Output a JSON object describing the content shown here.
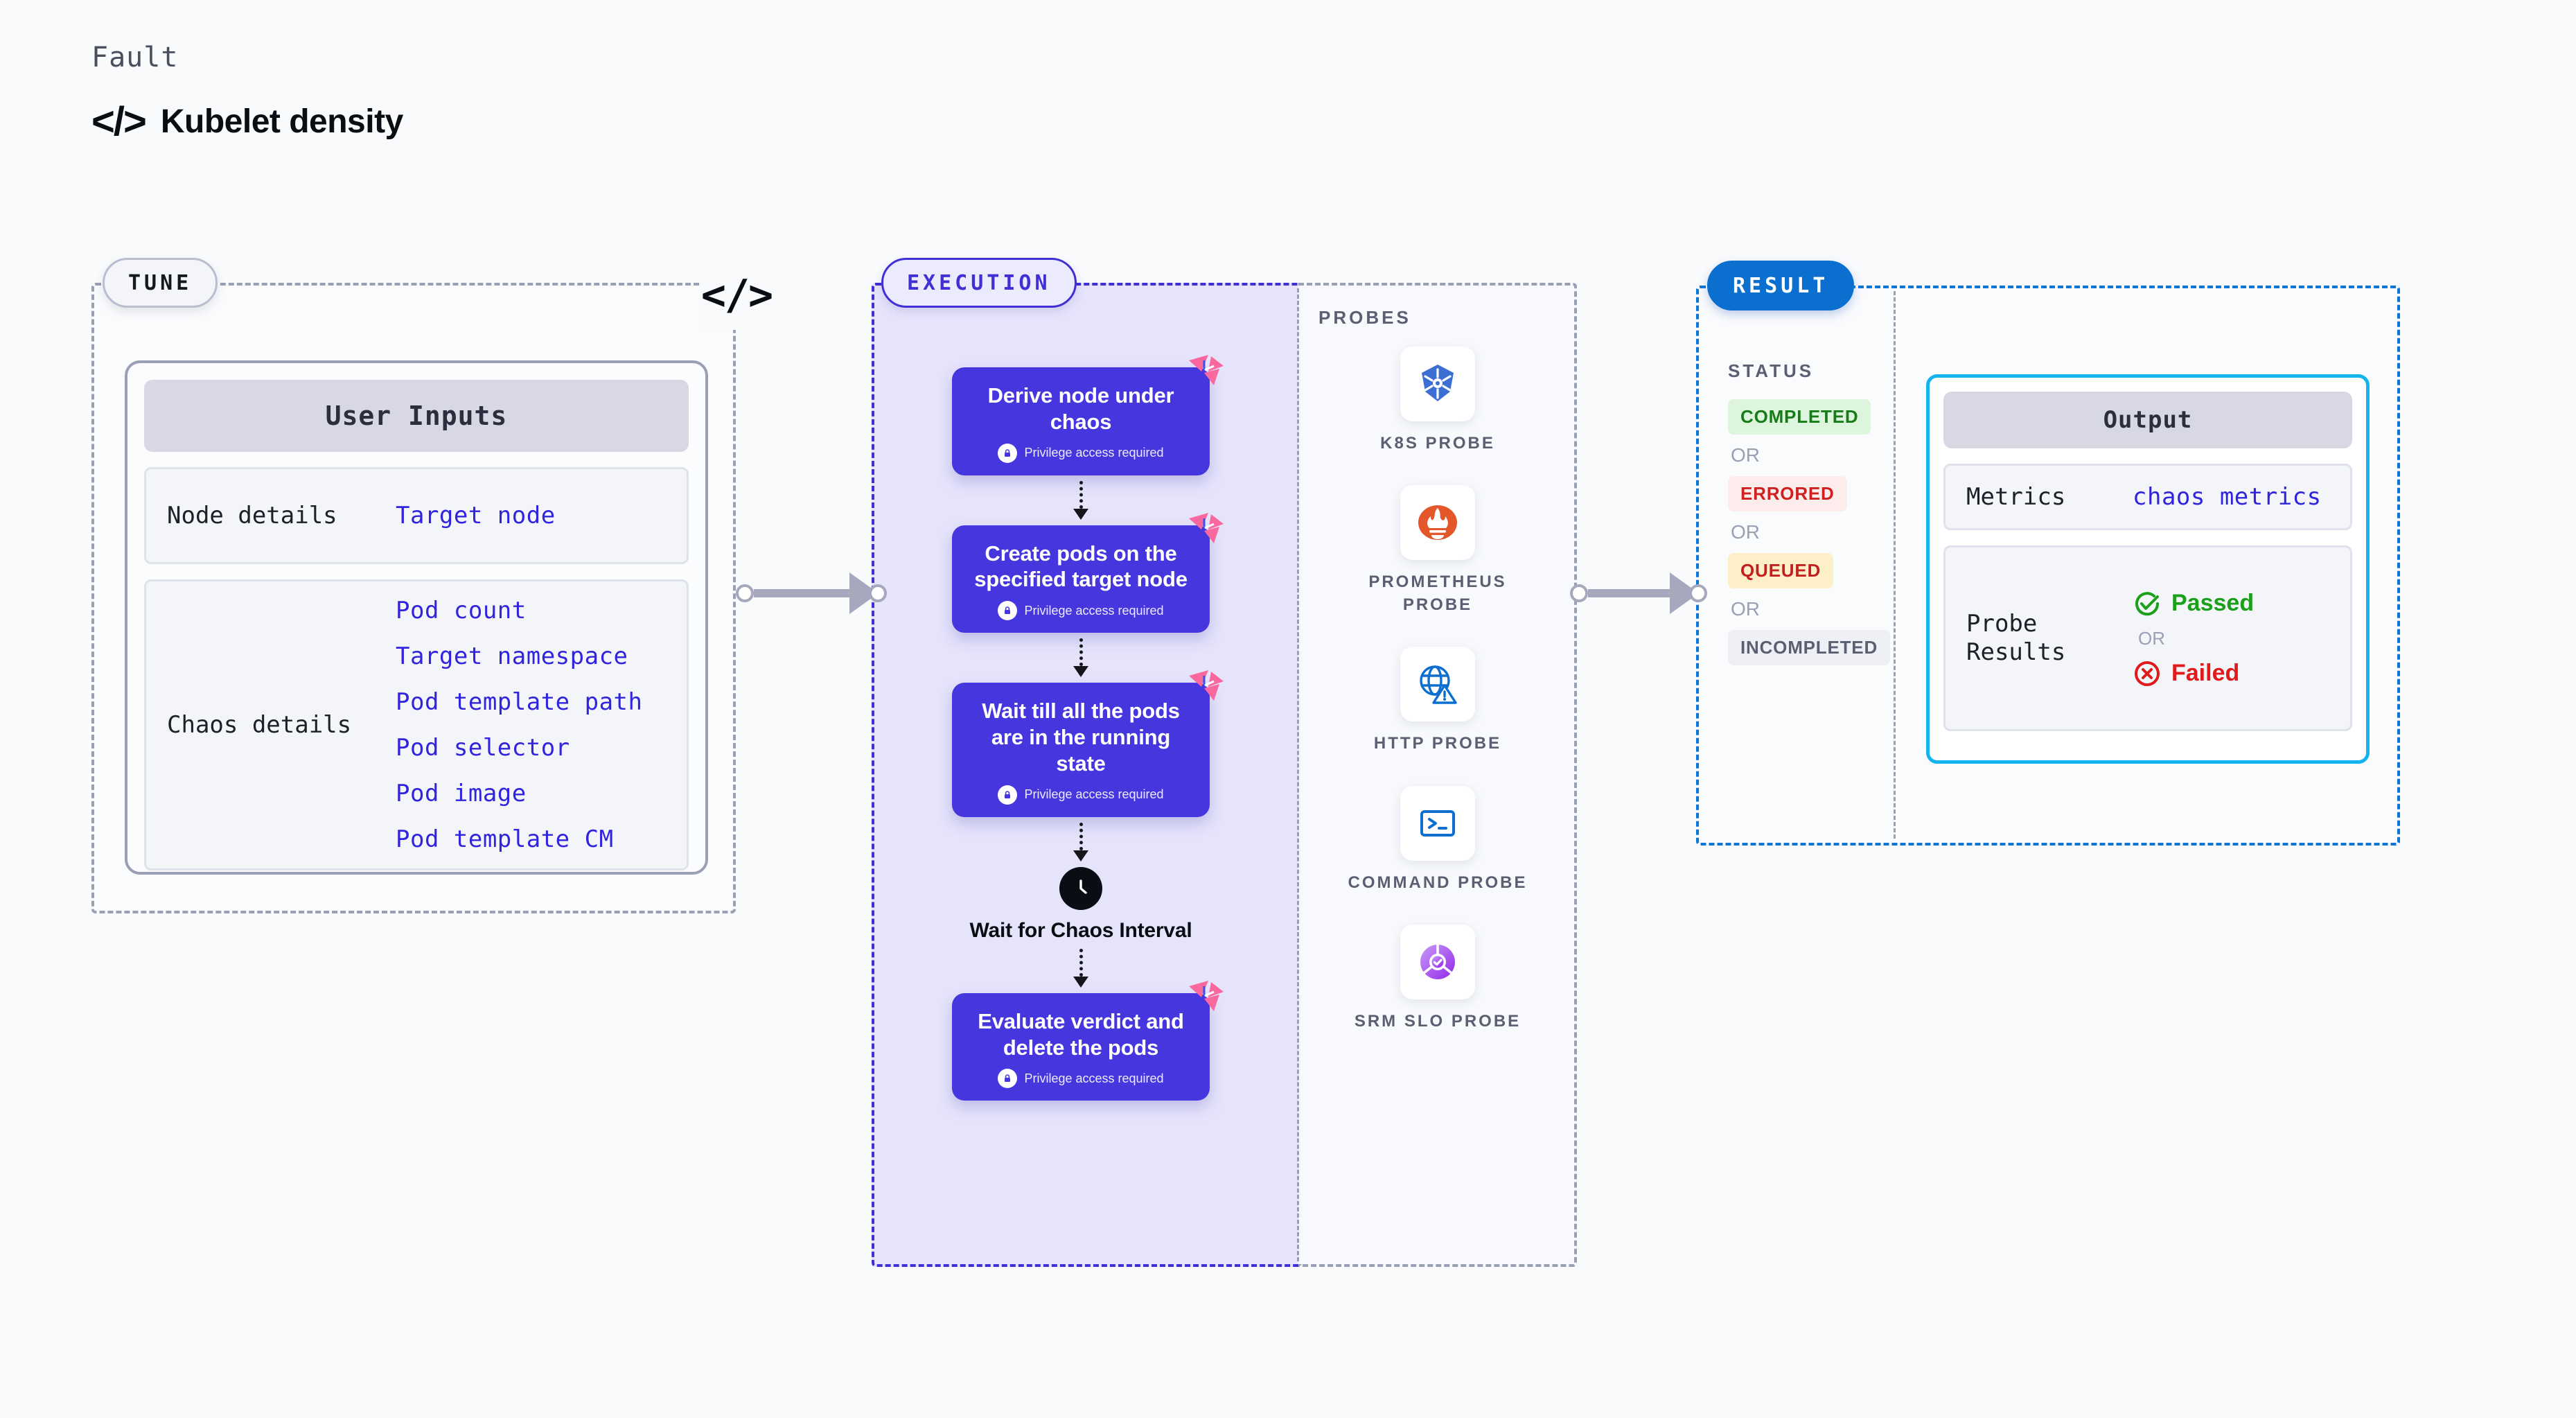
{
  "header": {
    "eyebrow": "Fault",
    "code_glyph": "</>",
    "title": "Kubelet density"
  },
  "tune": {
    "badge": "TUNE",
    "border_code_glyph": "</>",
    "card": {
      "header": "User Inputs",
      "rows": [
        {
          "key": "Node details",
          "values": [
            "Target node"
          ]
        },
        {
          "key": "Chaos details",
          "values": [
            "Pod count",
            "Target namespace",
            "Pod template path",
            "Pod selector",
            "Pod image",
            "Pod template CM"
          ]
        }
      ]
    }
  },
  "execution": {
    "badge": "EXECUTION",
    "privilege_note": "Privilege access required",
    "steps": [
      {
        "type": "card",
        "title": "Derive node under chaos"
      },
      {
        "type": "card",
        "title": "Create pods on the specified target node"
      },
      {
        "type": "card",
        "title": "Wait till all the pods are in the running state"
      },
      {
        "type": "clock",
        "title": "Wait for Chaos Interval"
      },
      {
        "type": "card",
        "title": "Evaluate verdict and delete the pods"
      }
    ]
  },
  "probes": {
    "label": "PROBES",
    "items": [
      {
        "name": "K8S PROBE",
        "icon": "kubernetes-icon"
      },
      {
        "name": "PROMETHEUS PROBE",
        "icon": "prometheus-icon"
      },
      {
        "name": "HTTP PROBE",
        "icon": "http-globe-warning-icon"
      },
      {
        "name": "COMMAND PROBE",
        "icon": "terminal-icon"
      },
      {
        "name": "SRM SLO PROBE",
        "icon": "srm-slo-icon"
      }
    ]
  },
  "result": {
    "badge": "RESULT",
    "status_label": "STATUS",
    "or_text": "OR",
    "statuses": [
      {
        "label": "COMPLETED",
        "style": "s-completed"
      },
      {
        "label": "ERRORED",
        "style": "s-errored"
      },
      {
        "label": "QUEUED",
        "style": "s-queued"
      },
      {
        "label": "INCOMPLETED",
        "style": "s-incomplete"
      }
    ],
    "output": {
      "header": "Output",
      "metrics_key": "Metrics",
      "metrics_value": "chaos metrics",
      "probe_key": "Probe Results",
      "passed_label": "Passed",
      "or_text": "OR",
      "failed_label": "Failed"
    }
  },
  "colors": {
    "step_card": "#4536dd",
    "execution_accent": "#3f2fd4",
    "result_accent": "#0a6fce",
    "output_accent": "#16b4ef",
    "link_text": "#3024dd",
    "litmus_pink": "#f9699f",
    "passed_green": "#1aa01a",
    "failed_red": "#e01b1b"
  }
}
